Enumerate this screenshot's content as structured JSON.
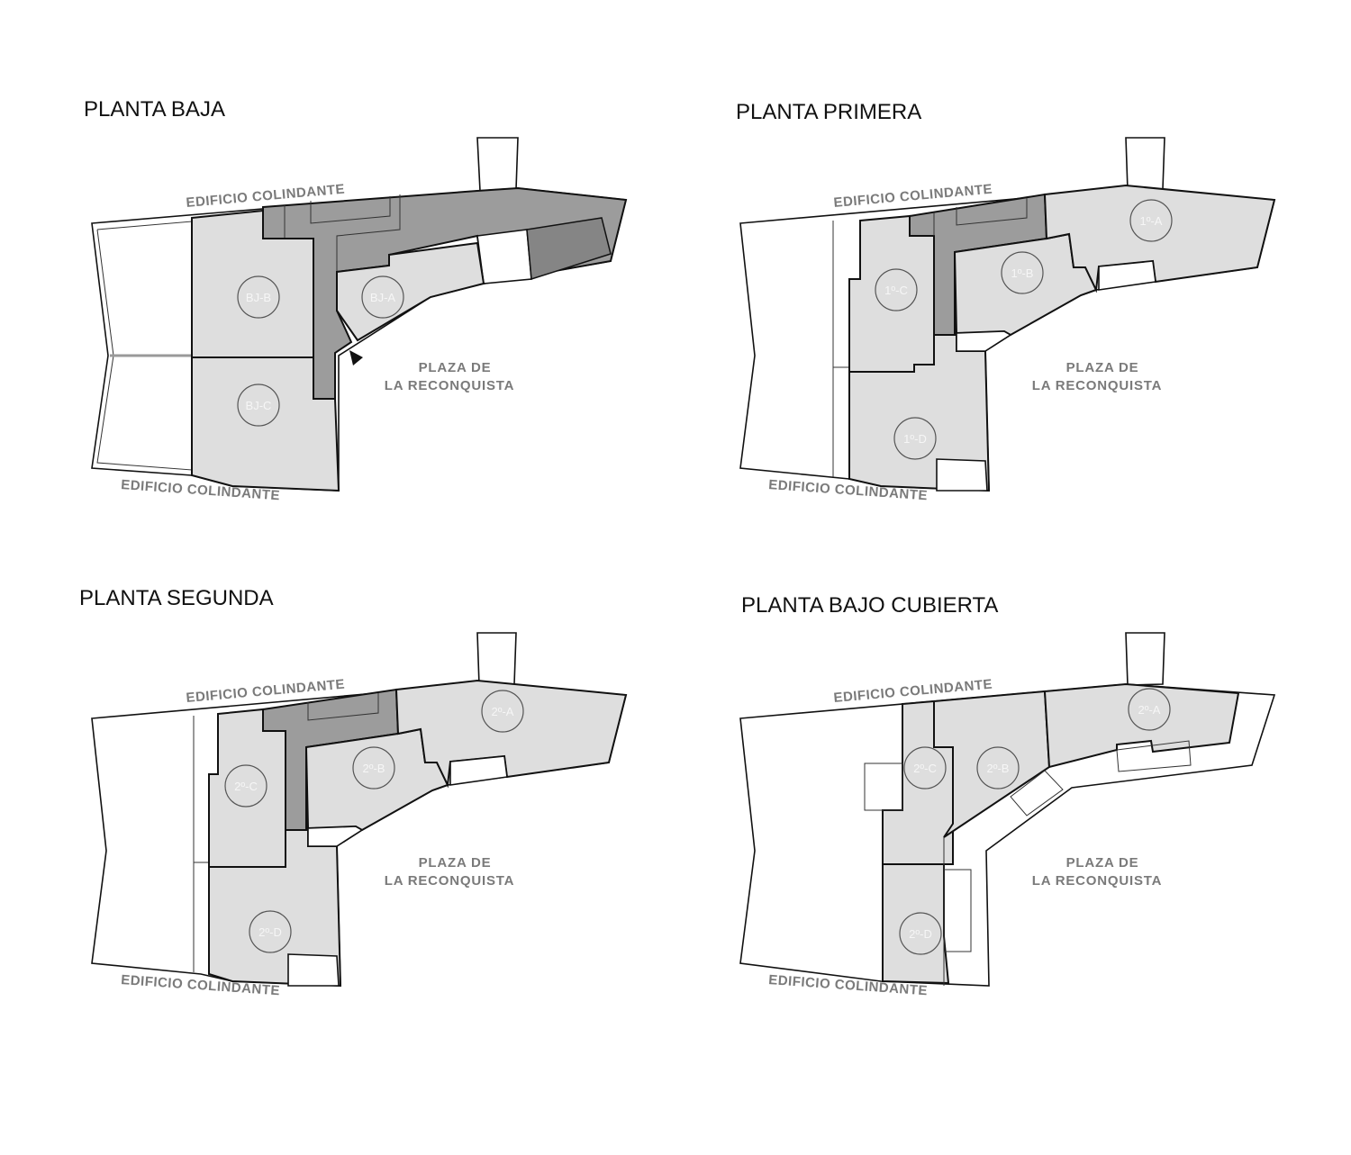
{
  "colors": {
    "unit_fill": "#dedede",
    "common_fill": "#9c9c9c",
    "label_gray": "#7a7a7a"
  },
  "plans": [
    {
      "title": "PLANTA BAJA",
      "neighbor_top": "EDIFICIO COLINDANTE",
      "neighbor_bottom": "EDIFICIO COLINDANTE",
      "plaza_line1": "PLAZA DE",
      "plaza_line2": "LA RECONQUISTA",
      "units": [
        "BJ-A",
        "BJ-B",
        "BJ-C"
      ]
    },
    {
      "title": "PLANTA  PRIMERA",
      "neighbor_top": "EDIFICIO COLINDANTE",
      "neighbor_bottom": "EDIFICIO COLINDANTE",
      "plaza_line1": "PLAZA DE",
      "plaza_line2": "LA RECONQUISTA",
      "units": [
        "1º-A",
        "1º-B",
        "1º-C",
        "1º-D"
      ]
    },
    {
      "title": "PLANTA  SEGUNDA",
      "neighbor_top": "EDIFICIO COLINDANTE",
      "neighbor_bottom": "EDIFICIO COLINDANTE",
      "plaza_line1": "PLAZA DE",
      "plaza_line2": "LA RECONQUISTA",
      "units": [
        "2º-A",
        "2º-B",
        "2º-C",
        "2º-D"
      ]
    },
    {
      "title": "PLANTA  BAJO CUBIERTA",
      "neighbor_top": "EDIFICIO COLINDANTE",
      "neighbor_bottom": "EDIFICIO COLINDANTE",
      "plaza_line1": "PLAZA DE",
      "plaza_line2": "LA RECONQUISTA",
      "units": [
        "2º-A",
        "2º-B",
        "2º-C",
        "2º-D"
      ]
    }
  ]
}
